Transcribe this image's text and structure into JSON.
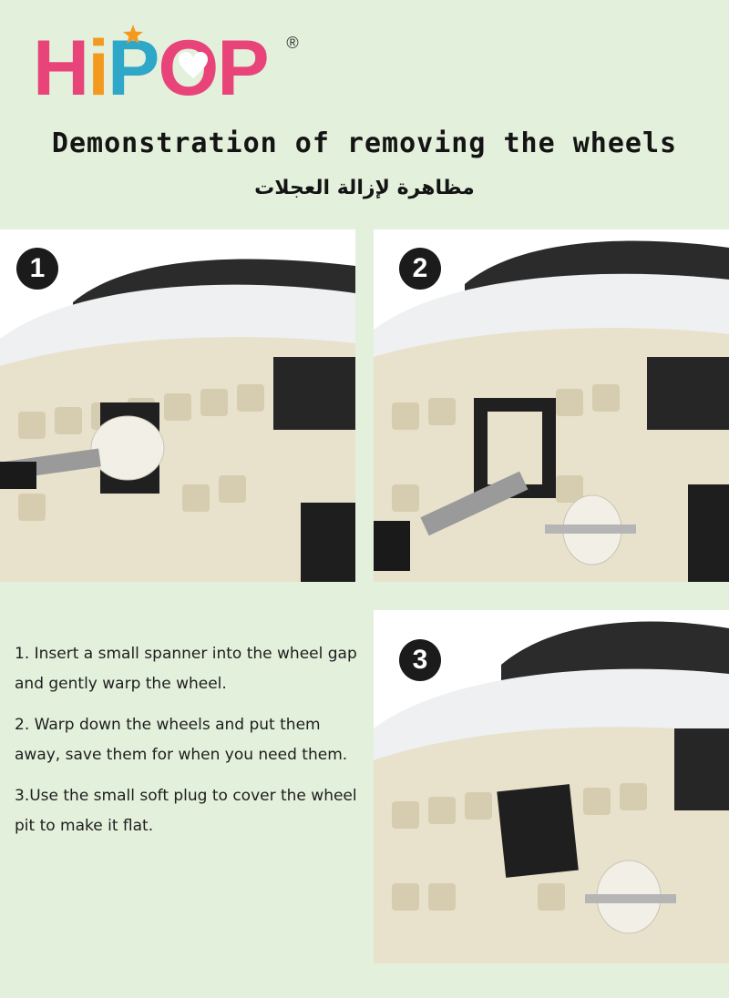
{
  "brand": {
    "letters": [
      {
        "char": "H",
        "color": "#e8447a"
      },
      {
        "char": "i",
        "color": "#f39a1e"
      },
      {
        "char": "P",
        "color": "#2fa7c9"
      },
      {
        "char": "O",
        "color": "#e8447a"
      },
      {
        "char": "P",
        "color": "#e8447a"
      }
    ],
    "registered_mark": "®",
    "icons": [
      "star-icon",
      "heart-icon"
    ]
  },
  "header": {
    "title": "Demonstration of removing the wheels",
    "subtitle": "مظاهرة لإزالة العجلات"
  },
  "steps": [
    {
      "number": "1"
    },
    {
      "number": "2"
    },
    {
      "number": "3"
    }
  ],
  "instructions": [
    "1. Insert a small spanner into the wheel gap and gently warp the wheel.",
    "2. Warp down the wheels and put them away, save them for when you need them.",
    "3.Use the small soft plug to cover the wheel pit to make it flat."
  ],
  "colors": {
    "background": "#e3f0dc",
    "sole": "#e8e1cc",
    "sole_tread": "#d6cdb1",
    "badge": "#1b1b1b"
  }
}
